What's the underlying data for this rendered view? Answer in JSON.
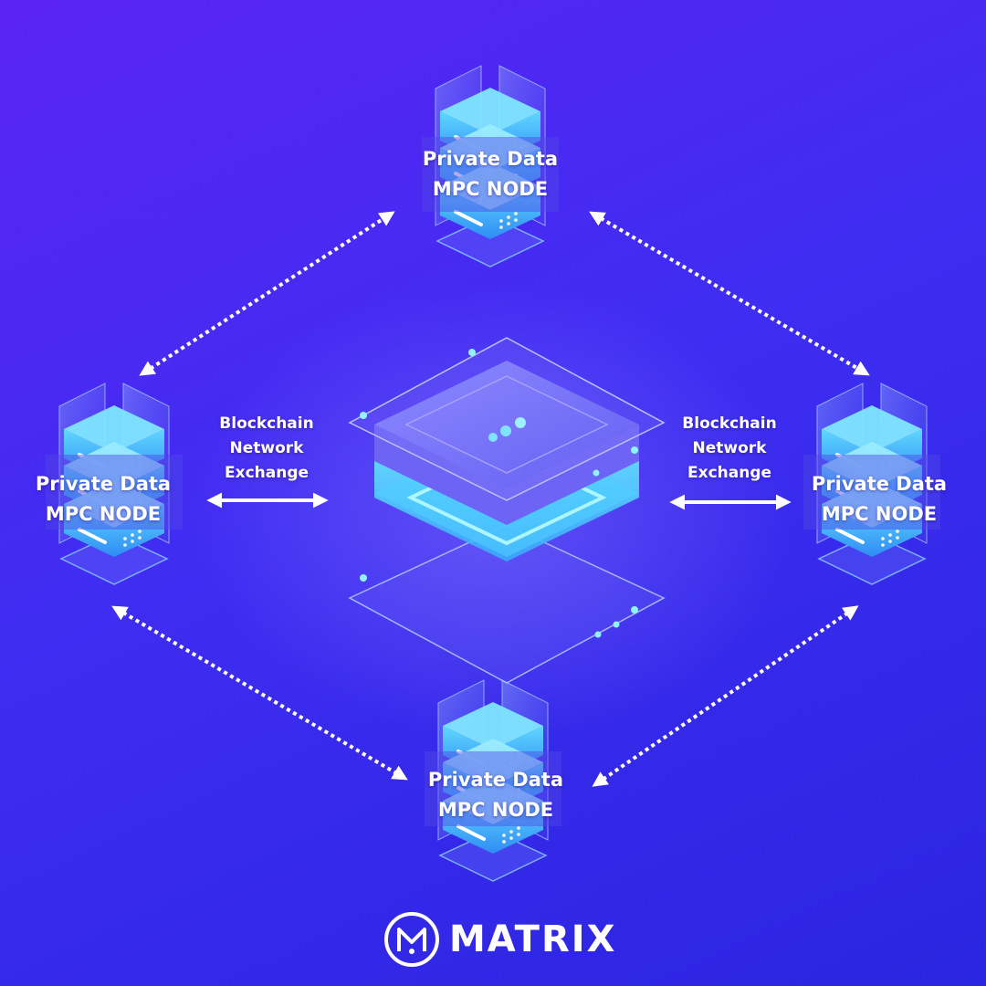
{
  "nodes": [
    {
      "id": "top",
      "line1": "Private Data",
      "line2": "MPC NODE"
    },
    {
      "id": "left",
      "line1": "Private Data",
      "line2": "MPC NODE"
    },
    {
      "id": "right",
      "line1": "Private Data",
      "line2": "MPC NODE"
    },
    {
      "id": "bottom",
      "line1": "Private Data",
      "line2": "MPC NODE"
    }
  ],
  "exchanges": [
    {
      "id": "left",
      "line1": "Blockchain",
      "line2": "Network",
      "line3": "Exchange"
    },
    {
      "id": "right",
      "line1": "Blockchain",
      "line2": "Network",
      "line3": "Exchange"
    }
  ],
  "brand": {
    "name": "MATRIX",
    "icon": "matrix-logo-icon"
  },
  "colors": {
    "background": "#4a2af2",
    "accent": "#5ad8ff",
    "link": "#ffffff"
  }
}
